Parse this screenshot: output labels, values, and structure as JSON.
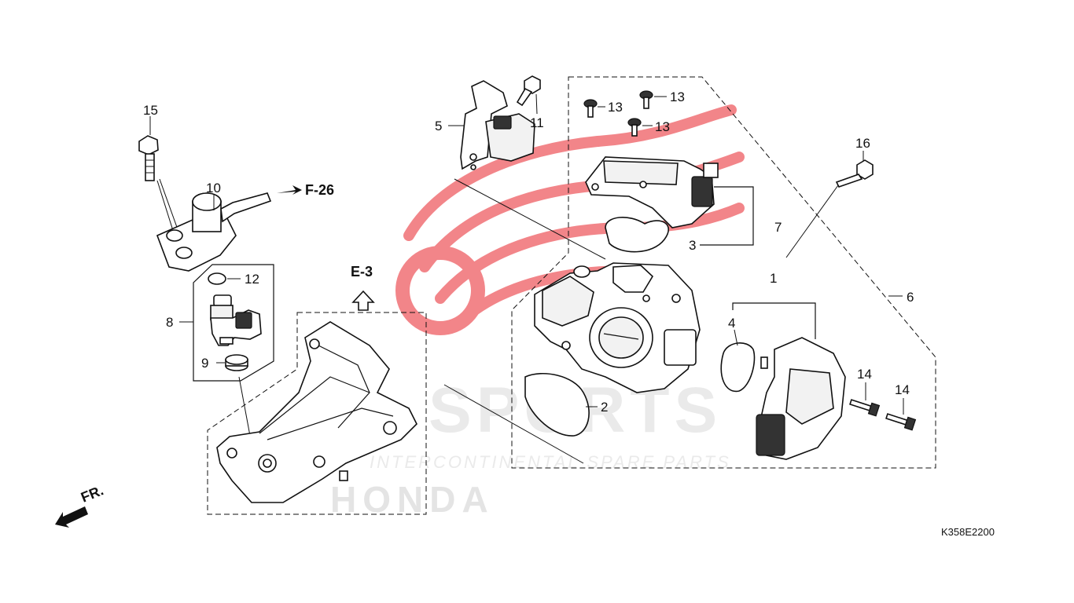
{
  "diagram": {
    "callouts": {
      "c1": "1",
      "c2": "2",
      "c3": "3",
      "c4": "4",
      "c5": "5",
      "c6": "6",
      "c7": "7",
      "c8": "8",
      "c9": "9",
      "c10": "10",
      "c11": "11",
      "c12": "12",
      "c13a": "13",
      "c13b": "13",
      "c13c": "13",
      "c14a": "14",
      "c14b": "14",
      "c15": "15",
      "c16": "16"
    },
    "refs": {
      "f26": "F-26",
      "e3": "E-3",
      "front": "FR."
    },
    "drawing_code": "K358E2200"
  },
  "watermark": {
    "brand": "SPORTS",
    "tagline": "INTERCONTINENTAL SPARE PARTS",
    "maker": "HONDA",
    "logo_color": "#e8232a"
  },
  "colors": {
    "line": "#111111",
    "watermark_red": "#e8232a",
    "watermark_grey": "#d9d9d9"
  }
}
